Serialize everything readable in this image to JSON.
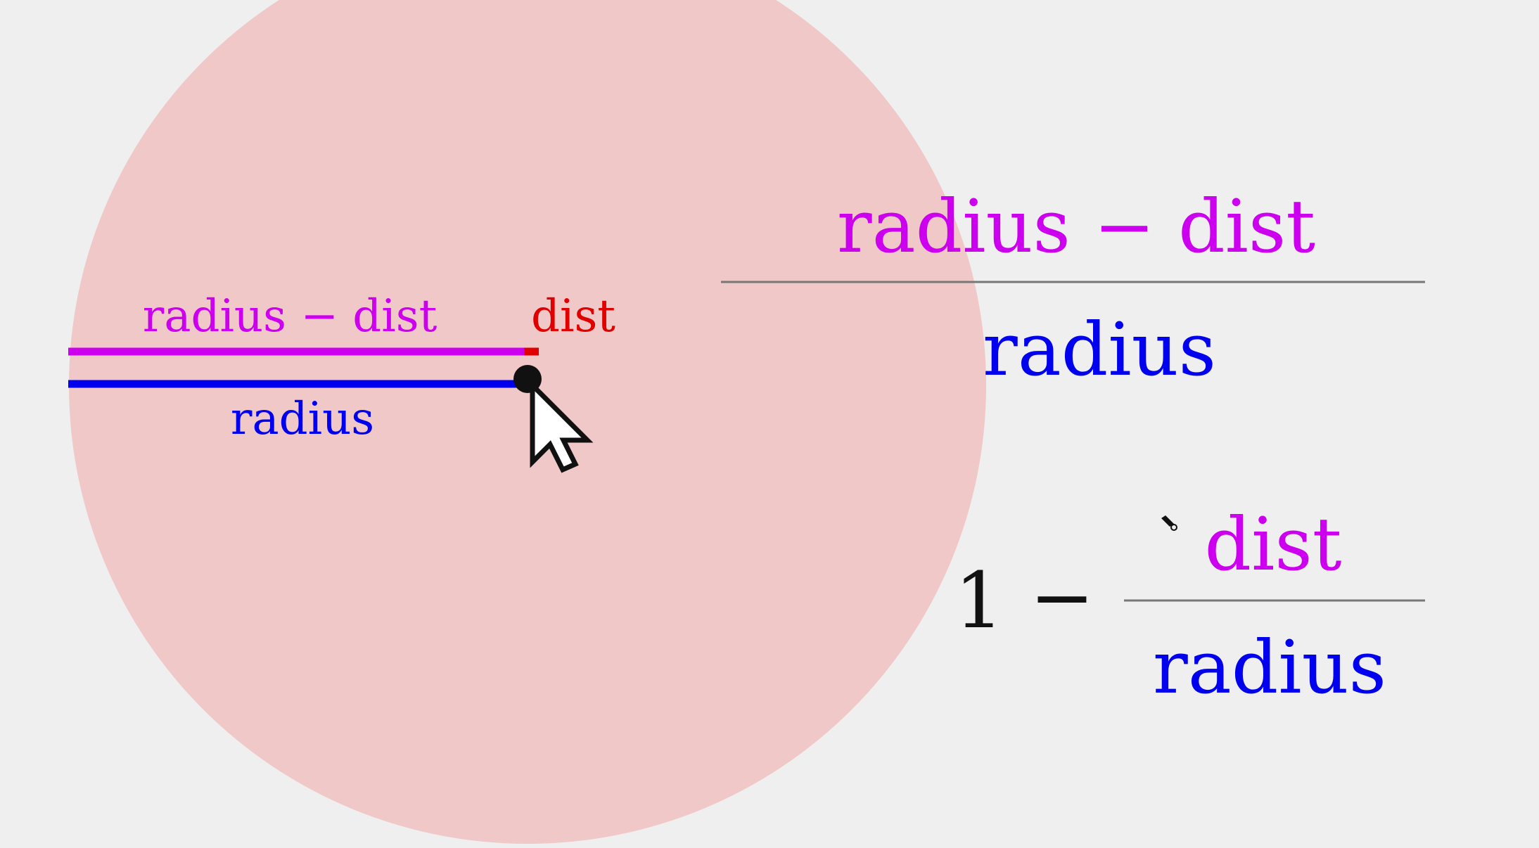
{
  "diagram": {
    "labels": {
      "difference": "radius − dist",
      "dist": "dist",
      "radius": "radius"
    },
    "formula_top": {
      "numerator": "radius − dist",
      "denominator": "radius"
    },
    "formula_bottom": {
      "one": "1",
      "minus": "−",
      "numerator": "dist",
      "denominator": "radius"
    }
  },
  "colors": {
    "background": "#efefef",
    "circle_fill": "#f0c8c8",
    "magenta": "#cc00ee",
    "red": "#e00000",
    "blue": "#0000ee",
    "black": "#111111",
    "fraction_bar": "#777777"
  },
  "icons": [
    "mouse-pointer-icon",
    "pen-cursor-icon"
  ]
}
